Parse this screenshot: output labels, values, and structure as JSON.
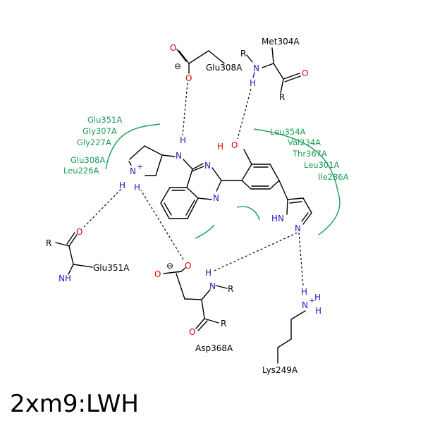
{
  "title": "2xm9:LWH",
  "colors": {
    "carbon": "#000000",
    "nitrogen": "#2020c0",
    "oxygen": "#e00000",
    "hydrophobic": "#1a9e55"
  },
  "residues": {
    "met304": "Met304A",
    "glu308_top": "Glu308A",
    "glu351_lower": "Glu351A",
    "asp368": "Asp368A",
    "lys249": "Lys249A"
  },
  "hydrophobic_left": [
    "Glu351A",
    "Gly307A",
    "Gly227A",
    "Glu308A",
    "Leu226A"
  ],
  "hydrophobic_right": [
    "Leu354A",
    "Val234A",
    "Thr367A",
    "Leu301A",
    "Ile286A"
  ],
  "atoms": {
    "O": "O",
    "N": "N",
    "H": "H",
    "R": "R",
    "NH": "NH",
    "HN": "HN",
    "minus": "⊖",
    "plus": "+"
  }
}
